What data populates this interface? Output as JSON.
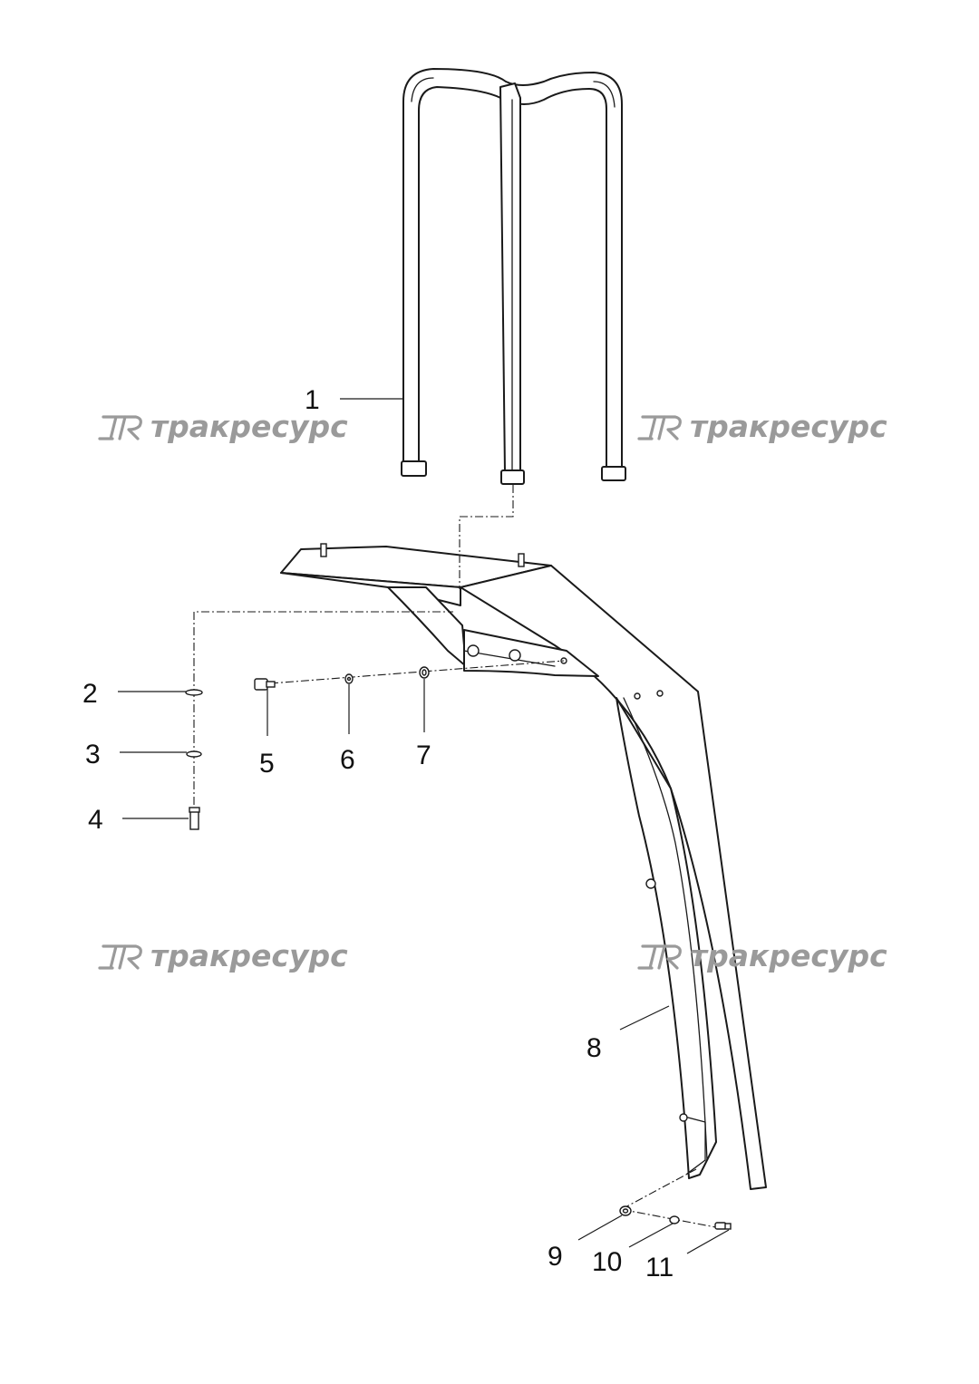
{
  "callouts": [
    "1",
    "2",
    "3",
    "4",
    "5",
    "6",
    "7",
    "8",
    "9",
    "10",
    "11"
  ],
  "watermark": {
    "text": "тракресурс",
    "logo": "TR",
    "color": "#9a9a9a"
  },
  "line_color": "#1a1a1a",
  "background": "#ffffff"
}
